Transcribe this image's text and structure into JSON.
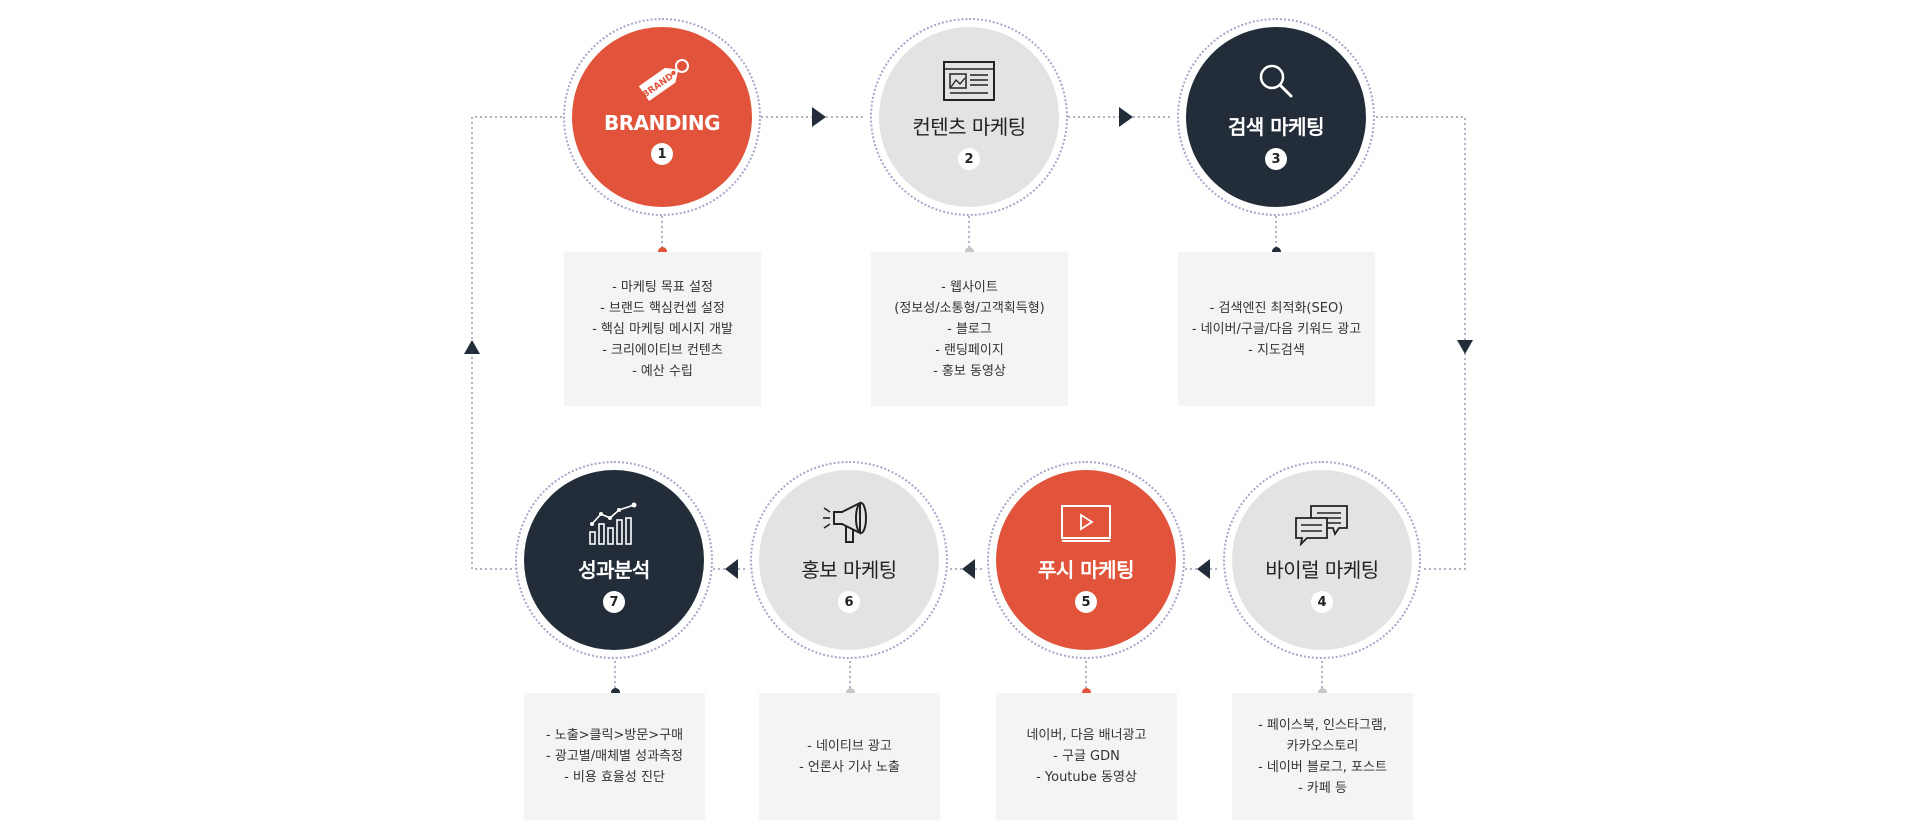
{
  "steps": [
    {
      "title": "BRANDING",
      "num": "1",
      "items": [
        "- 마케팅 목표 설정",
        "- 브랜드 핵심컨셉 설정",
        "- 핵심 마케팅 메시지 개발",
        "- 크리에이티브 컨텐츠",
        "- 예산 수립"
      ],
      "icon": "brand-tag-icon",
      "icon_text": "BRAND"
    },
    {
      "title": "컨텐츠 마케팅",
      "num": "2",
      "items": [
        "- 웹사이트",
        "(정보성/소통형/고객획득형)",
        "- 블로그",
        "- 랜딩페이지",
        "- 홍보 동영상"
      ],
      "icon": "content-icon"
    },
    {
      "title": "검색 마케팅",
      "num": "3",
      "items": [
        "- 검색엔진 최적화(SEO)",
        "- 네이버/구글/다음 키워드 광고",
        "- 지도검색"
      ],
      "icon": "search-icon"
    },
    {
      "title": "바이럴 마케팅",
      "num": "4",
      "items": [
        "- 페이스북, 인스타그램,",
        "카카오스토리",
        "- 네이버 블로그, 포스트",
        "- 카페 등"
      ],
      "icon": "chat-bubbles-icon"
    },
    {
      "title": "푸시 마케팅",
      "num": "5",
      "items": [
        "네이버, 다음 배너광고",
        "- 구글 GDN",
        "- Youtube 동영상"
      ],
      "icon": "video-icon"
    },
    {
      "title": "홍보 마케팅",
      "num": "6",
      "items": [
        "- 네이티브 광고",
        "- 언론사 기사 노출"
      ],
      "icon": "megaphone-icon"
    },
    {
      "title": "성과분석",
      "num": "7",
      "items": [
        "- 노출>클릭>방문>구매",
        "- 광고별/매체별 성과측정",
        "- 비용 효율성 진단"
      ],
      "icon": "bar-chart-icon"
    }
  ],
  "colors": {
    "orange": "#e1533a",
    "gray": "#e3e3e5",
    "dark": "#232d39",
    "dot_gray": "#c8c8c8",
    "line": "#9a9ab5"
  }
}
